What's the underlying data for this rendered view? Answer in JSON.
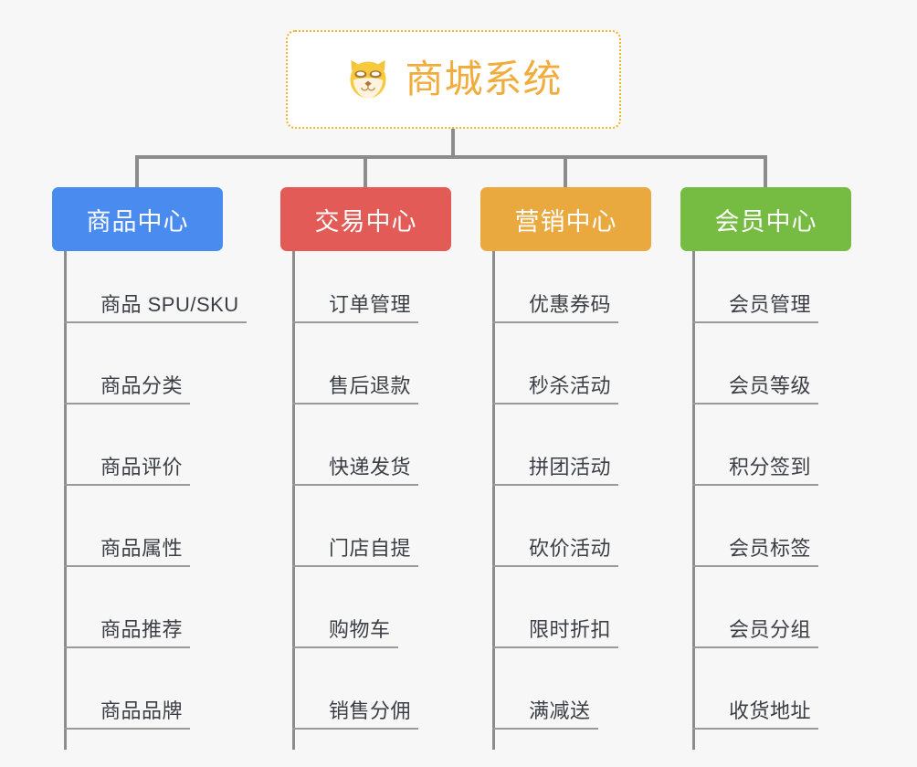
{
  "diagram": {
    "type": "mindmap-tree",
    "background_color": "#f7f7f7",
    "line_color": "#8c8c8c",
    "root": {
      "title": "商城系统",
      "icon": "shiba-dog-face-icon",
      "title_color": "#f0ad3c",
      "border_color": "#f0b429",
      "background_color": "#ffffff"
    },
    "branches": [
      {
        "label": "商品中心",
        "color": "#4a8bf0",
        "items": [
          "商品 SPU/SKU",
          "商品分类",
          "商品评价",
          "商品属性",
          "商品推荐",
          "商品品牌"
        ]
      },
      {
        "label": "交易中心",
        "color": "#e35b57",
        "items": [
          "订单管理",
          "售后退款",
          "快递发货",
          "门店自提",
          "购物车",
          "销售分佣"
        ]
      },
      {
        "label": "营销中心",
        "color": "#eaa93e",
        "items": [
          "优惠券码",
          "秒杀活动",
          "拼团活动",
          "砍价活动",
          "限时折扣",
          "满减送"
        ]
      },
      {
        "label": "会员中心",
        "color": "#76bc43",
        "items": [
          "会员管理",
          "会员等级",
          "积分签到",
          "会员标签",
          "会员分组",
          "收货地址"
        ]
      }
    ]
  }
}
